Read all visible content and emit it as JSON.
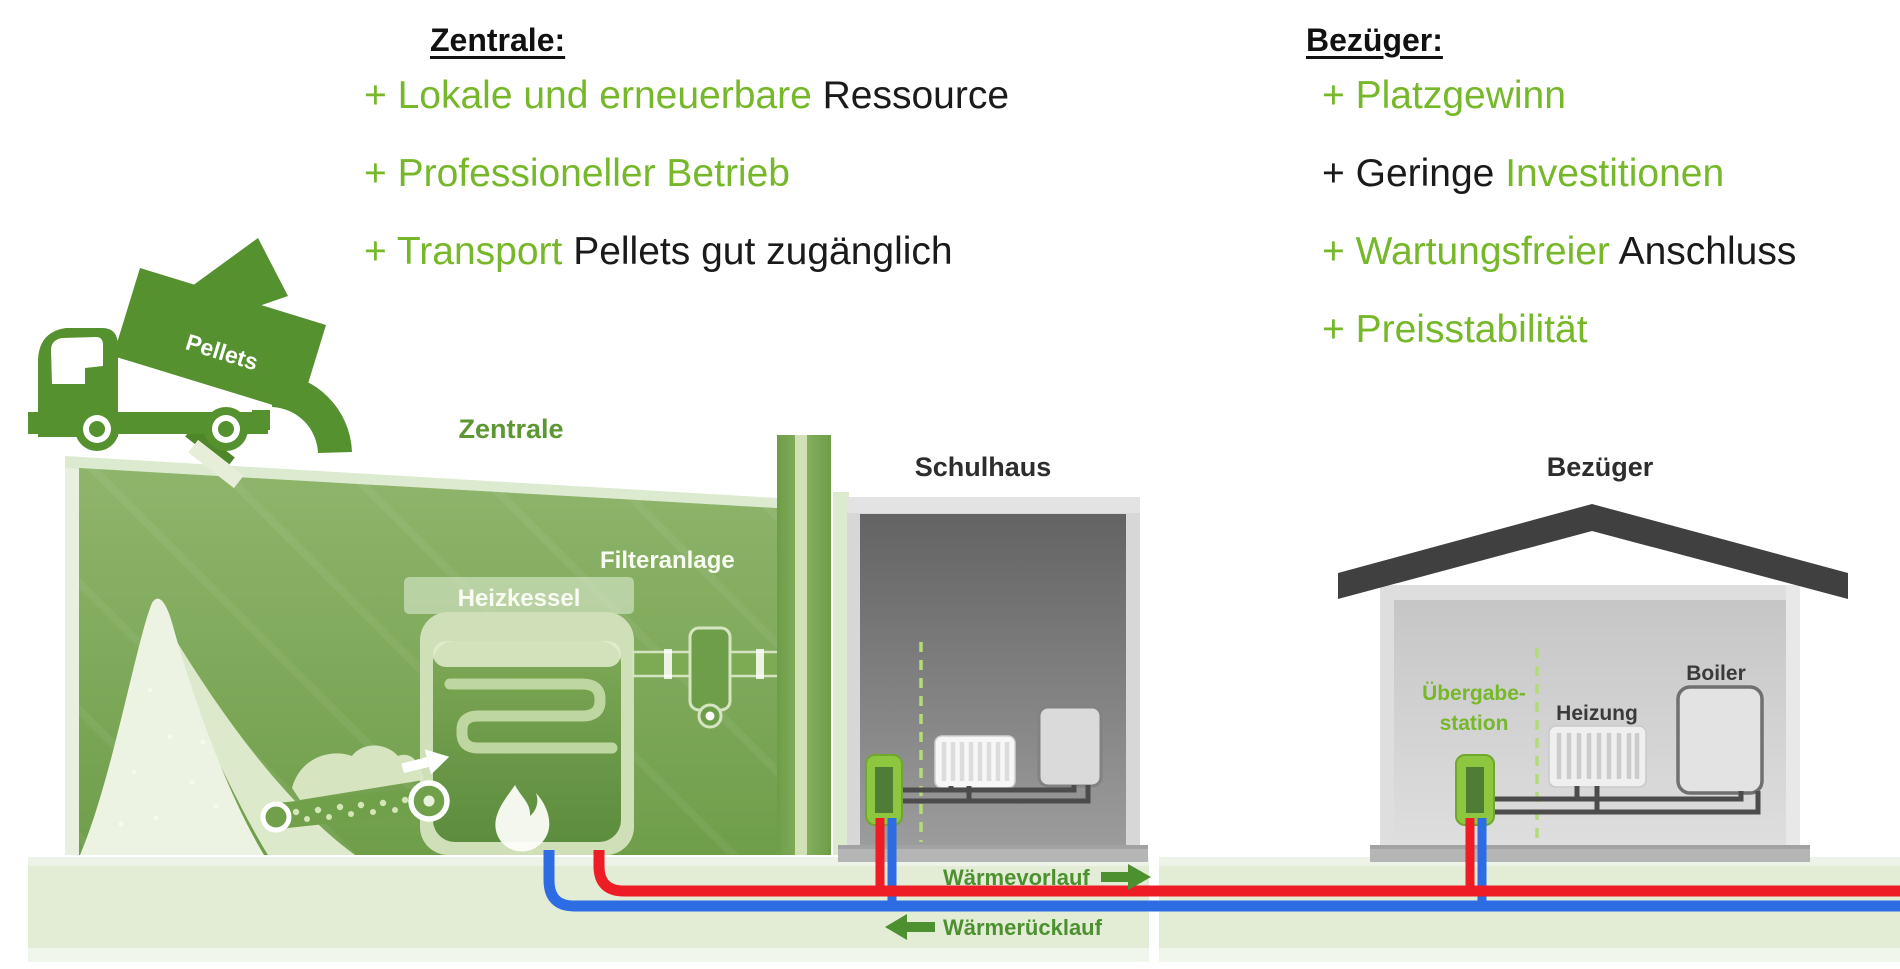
{
  "benefits_left": {
    "heading": "Zentrale:",
    "item1_green": "+ Lokale und erneuerbare",
    "item1_black": " Ressource",
    "item2_green": "+ Professioneller Betrieb",
    "item3_green": "+ Transport",
    "item3_black": " Pellets gut zugänglich"
  },
  "benefits_right": {
    "heading": "Bezüger:",
    "item1_green": "+ Platzgewinn",
    "item2_black": "+ Geringe",
    "item2_green": " Investitionen",
    "item3_green": "+ Wartungsfreier",
    "item3_black": " Anschluss",
    "item4_green": "+ Preisstabilität"
  },
  "diagram": {
    "plant_label": "Zentrale",
    "school_label": "Schulhaus",
    "consumer_label": "Bezüger",
    "truck_load_label": "Pellets",
    "boiler_label": "Heizkessel",
    "filter_label": "Filteranlage",
    "transfer_station_line1": "Übergabe-",
    "transfer_station_line2": "station",
    "heating_label": "Heizung",
    "water_heater_label": "Boiler",
    "supply_label": "Wärmevorlauf",
    "return_label": "Wärmerücklauf"
  },
  "colors": {
    "accent_green": "#76b82a",
    "icon_green": "#55912e",
    "label_green": "#5c9733",
    "pipe_red": "#ee1c25",
    "pipe_blue": "#2e6ce4",
    "station_green": "#8dc63f",
    "flow_label_green": "#4d9030",
    "text_black": "#1a1a1a"
  }
}
